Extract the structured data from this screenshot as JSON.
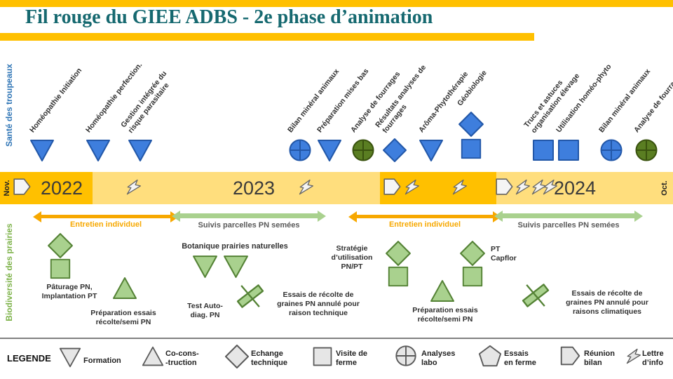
{
  "header": {
    "title": "Fil rouge du GIEE ADBS - 2e phase d’animation"
  },
  "rows": {
    "sante_label": "Santé des troupeaux",
    "biodiv_label": "Biodiversité des prairies"
  },
  "timeline": {
    "start_label": "Nov.",
    "end_label": "Oct.",
    "years": [
      "2022",
      "2023",
      "2024"
    ],
    "markers": [
      {
        "icon": "arrow-pentagon"
      },
      {
        "icon": "lightning"
      },
      {
        "icon": "lightning"
      },
      {
        "icon": "arrow-pentagon"
      },
      {
        "icon": "lightning"
      },
      {
        "icon": "lightning"
      },
      {
        "icon": "arrow-pentagon"
      },
      {
        "icon": "lightning"
      },
      {
        "icon": "lightning"
      },
      {
        "icon": "lightning"
      }
    ]
  },
  "sante": {
    "items": [
      {
        "icon": "triangle-down",
        "color": "blue",
        "label": "Homéopathie Initiation"
      },
      {
        "icon": "triangle-down",
        "color": "blue",
        "label": "Homéopathie perfection."
      },
      {
        "icon": "triangle-down",
        "color": "blue",
        "label": "Gestion intégrée du\nrisque parasitaire"
      },
      {
        "icon": "circle-cross",
        "color": "blue",
        "label": "Bilan minéral animaux"
      },
      {
        "icon": "triangle-down",
        "color": "blue",
        "label": "Préparation mises bas"
      },
      {
        "icon": "circle-cross",
        "color": "dgreen",
        "label": "Analyse de fourrages"
      },
      {
        "icon": "diamond",
        "color": "blue",
        "label": "Résultats analyses de\nfourrages"
      },
      {
        "icon": "triangle-down",
        "color": "blue",
        "label": "Arôma-Phytothérapie"
      },
      {
        "icon": "diamond",
        "icon2": "square",
        "color": "blue",
        "label": "Géobiologie"
      },
      {
        "icon": "square",
        "color": "blue",
        "label": "Trucs et astuces\norganisation élevage"
      },
      {
        "icon": "square",
        "color": "blue",
        "label": "Utilisation homéo-phyto"
      },
      {
        "icon": "circle-cross",
        "color": "blue",
        "label": "Bilan minéral animaux"
      },
      {
        "icon": "circle-cross",
        "color": "dgreen",
        "label": "Analyse de fourrages"
      }
    ]
  },
  "biodiv": {
    "arrows": [
      {
        "label": "Entretien individuel",
        "type": "orange"
      },
      {
        "label": "Suivis parcelles PN semées",
        "type": "green"
      },
      {
        "label": "Entretien individuel",
        "type": "orange"
      },
      {
        "label": "Suivis parcelles PN semées",
        "type": "green"
      }
    ],
    "items": [
      {
        "icon": "diamond",
        "icon2": "square",
        "label": "Pâturage PN,\nImplantation PT"
      },
      {
        "icon": "triangle-up",
        "label": "Préparation essais\nrécolte/semi PN"
      },
      {
        "icon": "triangle-down",
        "icon2": "triangle-down",
        "label": "Botanique prairies naturelles"
      },
      {
        "label": "Test Auto-\ndiag. PN"
      },
      {
        "icon": "cancelled",
        "label": "Essais de récolte de\ngraines PN annulé pour\nraison technique"
      },
      {
        "icon": "diamond",
        "icon2": "square",
        "label": "Stratégie\nd’utilisation\nPN/PT"
      },
      {
        "icon": "triangle-up",
        "label": "Préparation essais\nrécolte/semi PN"
      },
      {
        "icon": "diamond",
        "icon2": "square",
        "label": "PT\nCapflor"
      },
      {
        "icon": "cancelled",
        "label": "Essais de récolte de\ngraines PN annulé pour\nraisons climatiques"
      }
    ]
  },
  "legend": {
    "title": "LEGENDE",
    "items": [
      {
        "icon": "triangle-down",
        "label": "Formation"
      },
      {
        "icon": "triangle-up",
        "label": "Co-cons-\n-truction"
      },
      {
        "icon": "diamond",
        "label": "Echange\ntechnique"
      },
      {
        "icon": "square",
        "label": "Visite de\nferme"
      },
      {
        "icon": "circle-cross",
        "label": "Analyses\nlabo"
      },
      {
        "icon": "pentagon",
        "label": "Essais\nen ferme"
      },
      {
        "icon": "arrow-pentagon",
        "label": "Réunion\nbilan"
      },
      {
        "icon": "lightning",
        "label": "Lettre\nd’info"
      }
    ]
  },
  "colors": {
    "accent_gold": "#FFC000",
    "pale_gold": "#FFDE7D",
    "title_teal": "#166970",
    "blue": "#3E7EDD",
    "blue_stroke": "#2257A8",
    "dark_green": "#5A7E22",
    "dark_green_stroke": "#3A530F",
    "light_green": "#A9D18E",
    "light_green_stroke": "#548235",
    "orange_arrow": "#F7A800",
    "sante_blue": "#2E74B5",
    "biodiv_green": "#7DB249",
    "gray_fill": "#E6E6E6",
    "gray_stroke": "#5A5A5A",
    "marker_fill": "#F5F5F5",
    "marker_stroke": "#666666",
    "text_dark": "#303030",
    "arrow_text_gray": "#595959"
  }
}
